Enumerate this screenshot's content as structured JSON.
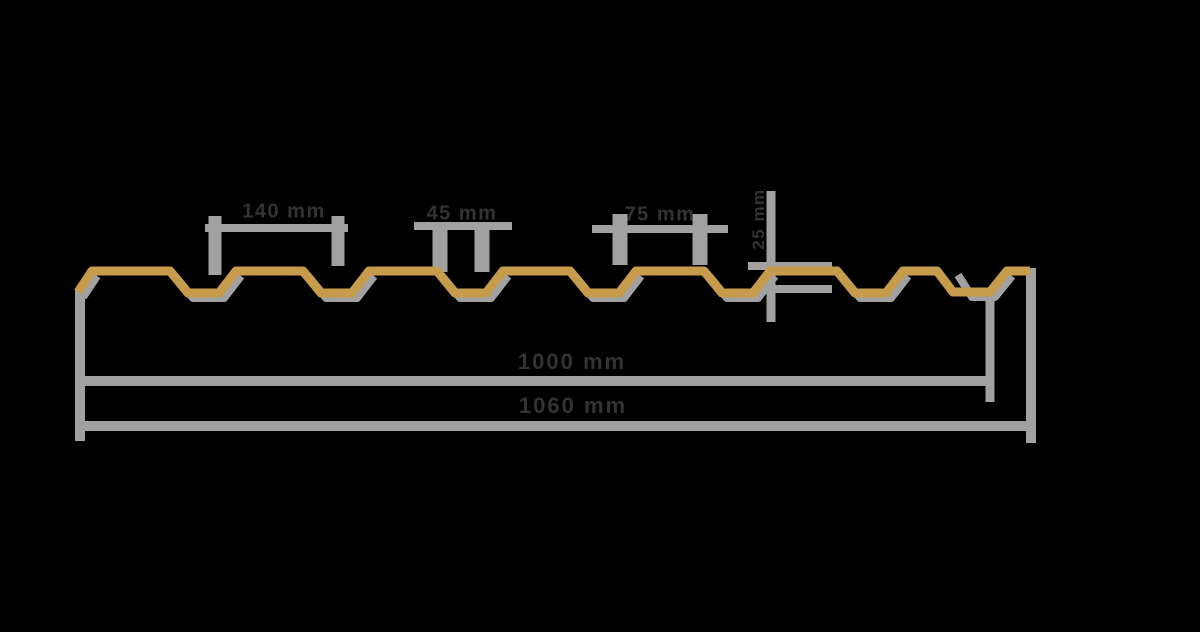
{
  "colors": {
    "background": "#000000",
    "sheet": "#C69B4B",
    "dimension_lines": "#A1A1A1",
    "label_text": "#333333"
  },
  "diagram": {
    "type": "corrugated-sheet-profile-cross-section",
    "labels": {
      "rib_pitch": "140 mm",
      "rib_opening": "45 mm",
      "crest_width": "75 mm",
      "profile_height": "25 mm",
      "cover_width": "1000 mm",
      "overall_width": "1060 mm"
    }
  }
}
